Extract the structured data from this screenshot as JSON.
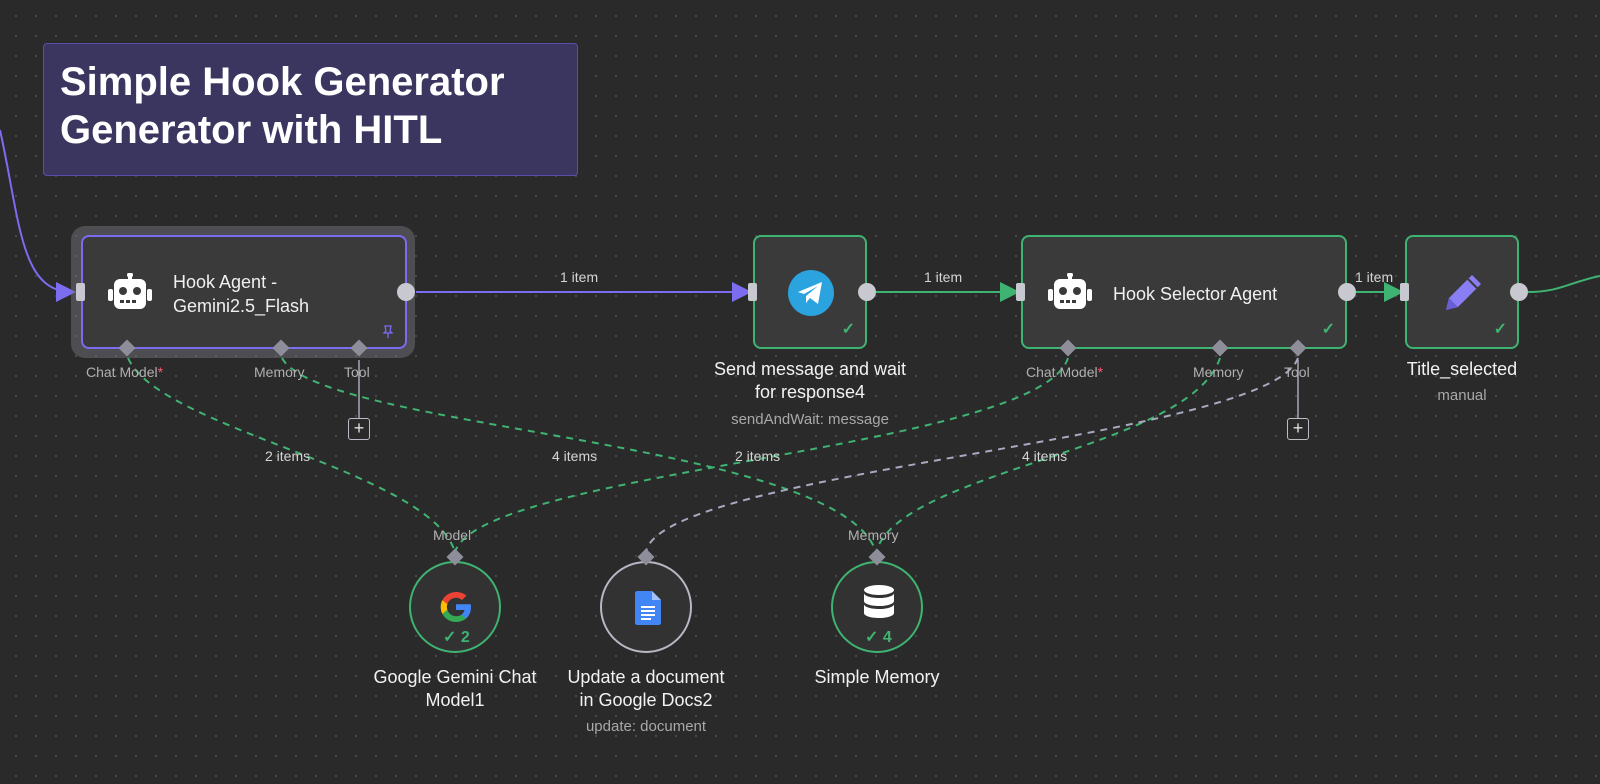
{
  "sticky": {
    "title_line1": "Simple Hook Generator",
    "title_line2": "Generator with HITL"
  },
  "nodes": {
    "hook_agent": {
      "label_line1": "Hook Agent -",
      "label_line2": "Gemini2.5_Flash",
      "icon": "robot-icon",
      "pin_icon": "pin-icon"
    },
    "send_message": {
      "title_line1": "Send message and wait",
      "title_line2": "for response4",
      "subtitle": "sendAndWait: message",
      "icon": "telegram-icon"
    },
    "hook_selector": {
      "label": "Hook Selector Agent",
      "icon": "robot-icon"
    },
    "title_selected": {
      "title": "Title_selected",
      "subtitle": "manual",
      "icon": "pencil-icon"
    },
    "gemini_model": {
      "title_line1": "Google Gemini Chat",
      "title_line2": "Model1",
      "count": "2",
      "icon": "google-icon"
    },
    "google_docs": {
      "title_line1": "Update a document",
      "title_line2": "in Google Docs2",
      "subtitle": "update: document",
      "icon": "google-docs-icon"
    },
    "simple_memory": {
      "title": "Simple Memory",
      "count": "4",
      "icon": "database-icon"
    }
  },
  "ports": {
    "chat_model": "Chat Model",
    "required_mark": "*",
    "memory": "Memory",
    "tool": "Tool",
    "model": "Model"
  },
  "edges": {
    "e1": "1 item",
    "e2": "1 item",
    "e3": "1 item",
    "e4": "2 items",
    "e5": "4 items",
    "e6": "2 items",
    "e7": "4 items"
  },
  "check_mark": "✓",
  "plus_symbol": "+",
  "colors": {
    "success": "#3fb371",
    "accent": "#7b6cf0",
    "canvas": "#2a2a2a",
    "sticky": "#3b3660"
  }
}
